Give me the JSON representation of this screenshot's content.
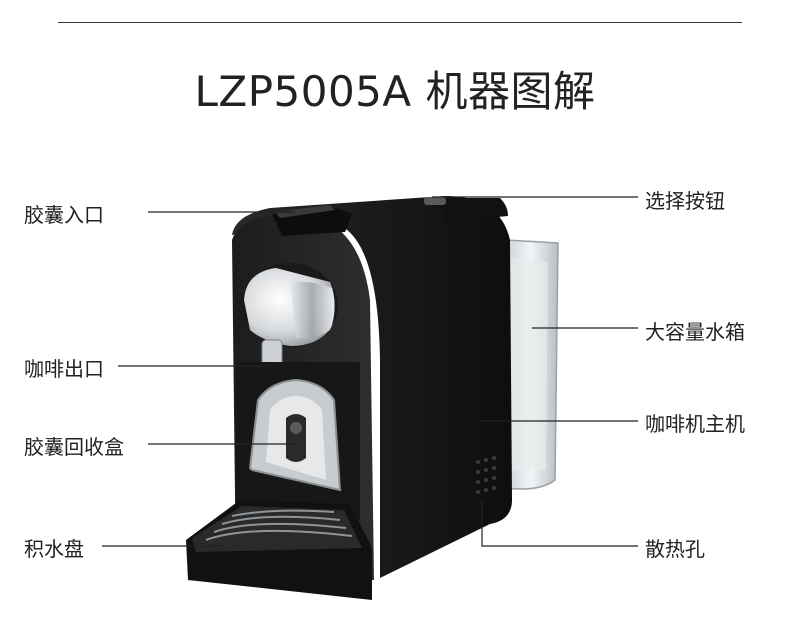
{
  "title": "LZP5005A 机器图解",
  "labels": {
    "capsule_inlet": "胶囊入口",
    "coffee_outlet": "咖啡出口",
    "capsule_bin": "胶囊回收盒",
    "drip_tray": "积水盘",
    "select_button": "选择按钮",
    "water_tank": "大容量水箱",
    "main_body": "咖啡机主机",
    "vent_holes": "散热孔"
  }
}
